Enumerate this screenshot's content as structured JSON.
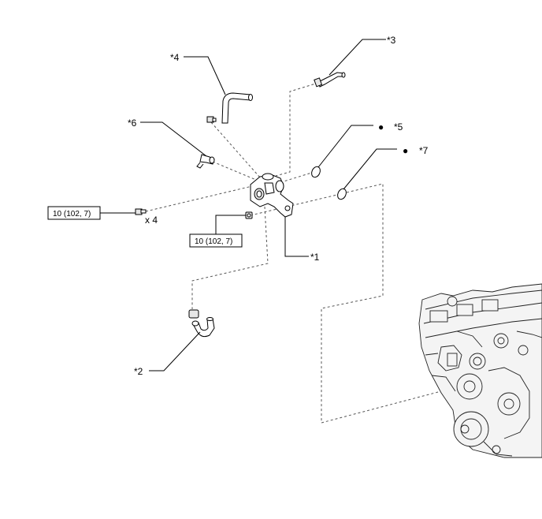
{
  "callouts": {
    "c1": "*1",
    "c2": "*2",
    "c3": "*3",
    "c4": "*4",
    "c5": "*5",
    "c6": "*6",
    "c7": "*7"
  },
  "torque": {
    "left_box": "10 (102, 7)",
    "center_box": "10 (102, 7)",
    "quantity": "x 4"
  },
  "bullets": {
    "b5": "●",
    "b7": "●"
  },
  "icons": [
    "water-inlet-housing",
    "bypass-hose",
    "engine-block",
    "o-ring",
    "gasket",
    "bolt",
    "nut"
  ]
}
